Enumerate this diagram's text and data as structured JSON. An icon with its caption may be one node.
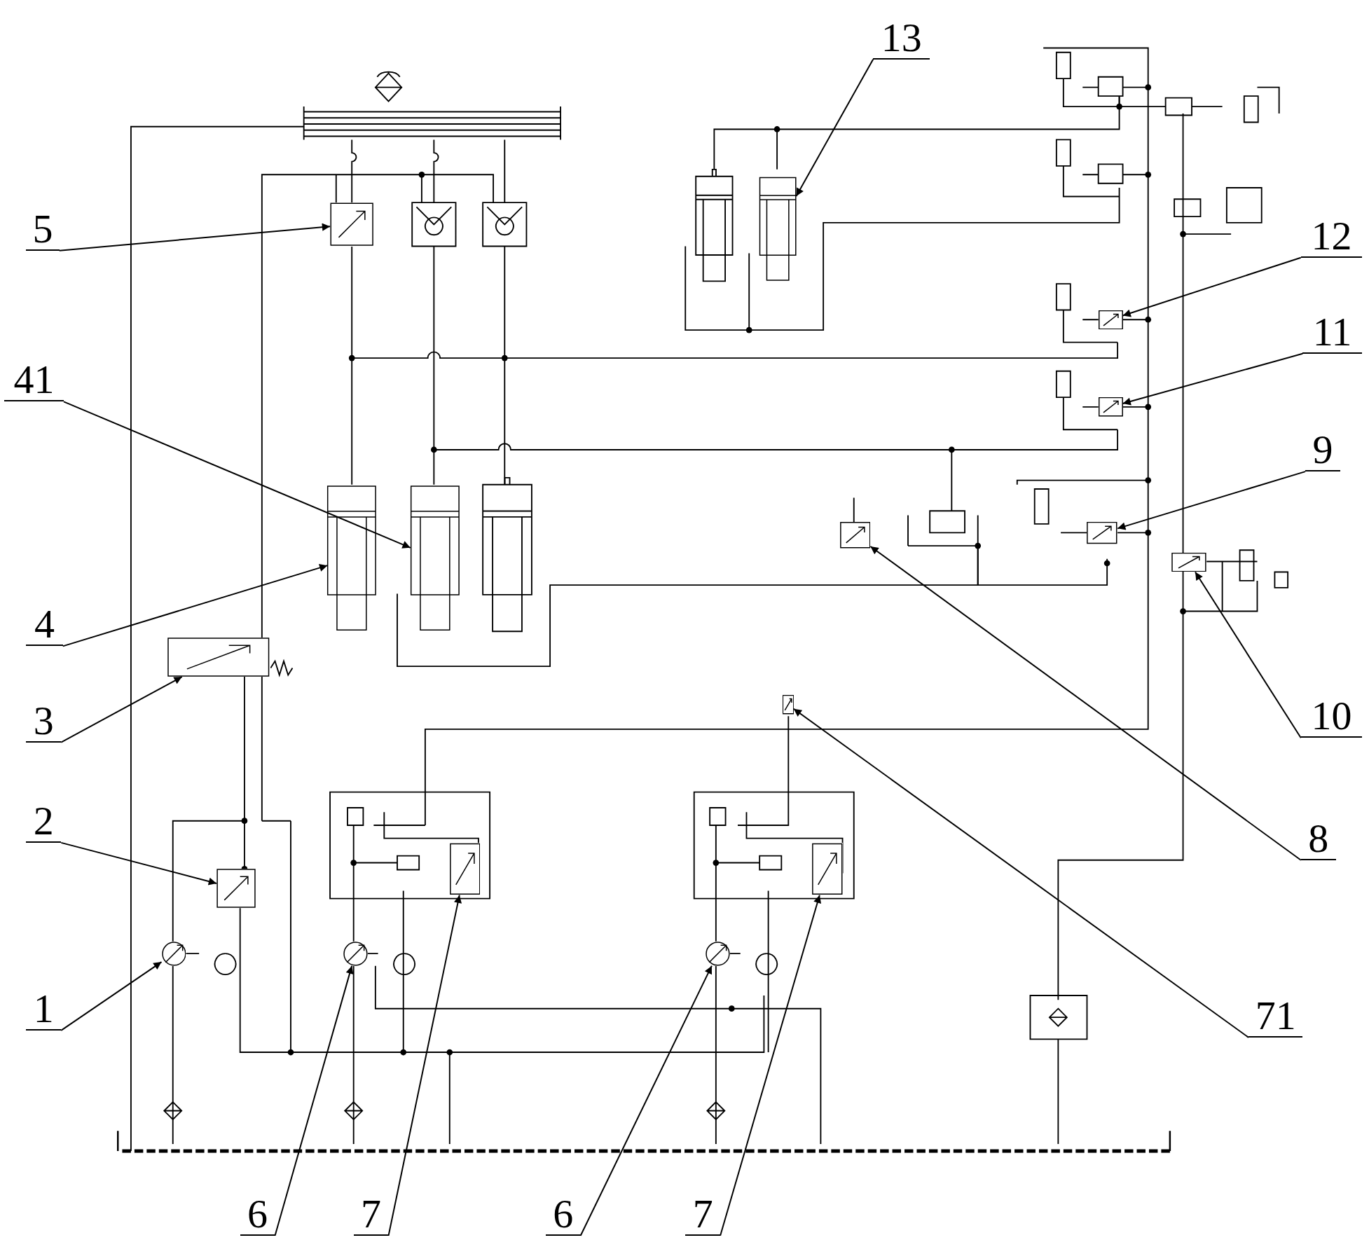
{
  "diagram": {
    "nodes": [
      {
        "text": [
          "13"
        ]
      },
      {
        "text": [
          "5"
        ]
      },
      {
        "text": [
          "12"
        ]
      },
      {
        "text": [
          "41"
        ]
      },
      {
        "text": [
          "11"
        ]
      },
      {
        "text": [
          "9"
        ]
      },
      {
        "text": [
          "4"
        ]
      },
      {
        "text": [
          "3"
        ]
      },
      {
        "text": [
          "10"
        ]
      },
      {
        "text": [
          "71"
        ]
      },
      {
        "text": [
          "2"
        ]
      },
      {
        "text": [
          "8"
        ]
      },
      {
        "text": [
          "1"
        ]
      },
      {
        "text": [
          "6"
        ]
      },
      {
        "text": [
          "7"
        ]
      },
      {
        "text": [
          "6"
        ]
      },
      {
        "text": [
          "7"
        ]
      },
      {
        "text": [],
        "shape": "cylinder"
      },
      {
        "text": [],
        "shape": "box"
      },
      {
        "text": [],
        "shape": "box"
      },
      {
        "text": [],
        "shape": "cylinder"
      },
      {
        "text": [],
        "shape": "box"
      },
      {
        "text": [],
        "shape": "box"
      },
      {
        "text": [],
        "shape": "cylinder"
      },
      {
        "text": [],
        "shape": "box"
      },
      {
        "text": [],
        "shape": "box"
      },
      {
        "text": [],
        "shape": "box"
      },
      {
        "text": [],
        "shape": "box"
      },
      {
        "text": [],
        "shape": "box"
      },
      {
        "text": [],
        "shape": "circle"
      },
      {
        "text": [],
        "shape": "circle"
      },
      {
        "text": [],
        "shape": "box"
      },
      {
        "text": [],
        "shape": "circle"
      },
      {
        "text": [],
        "shape": "box"
      }
    ],
    "edges": [
      {
        "from": 0,
        "to": 17,
        "arrow": "to"
      },
      {
        "from": 1,
        "to": 18,
        "arrow": "to"
      },
      {
        "from": 2,
        "to": 19,
        "arrow": "to"
      },
      {
        "from": 3,
        "to": 20,
        "arrow": "to"
      },
      {
        "from": 4,
        "to": 21,
        "arrow": "to"
      },
      {
        "from": 5,
        "to": 22,
        "arrow": "to"
      },
      {
        "from": 6,
        "to": 23,
        "arrow": "to"
      },
      {
        "from": 7,
        "to": 24,
        "arrow": "to"
      },
      {
        "from": 8,
        "to": 25,
        "arrow": "to"
      },
      {
        "from": 9,
        "to": 26,
        "arrow": "to"
      },
      {
        "from": 10,
        "to": 27,
        "arrow": "to"
      },
      {
        "from": 11,
        "to": 28,
        "arrow": "to"
      },
      {
        "from": 12,
        "to": 29,
        "arrow": "to"
      },
      {
        "from": 13,
        "to": 30,
        "arrow": "to"
      },
      {
        "from": 14,
        "to": 31,
        "arrow": "to"
      },
      {
        "from": 15,
        "to": 32,
        "arrow": "to"
      },
      {
        "from": 16,
        "to": 33,
        "arrow": "to"
      }
    ]
  }
}
